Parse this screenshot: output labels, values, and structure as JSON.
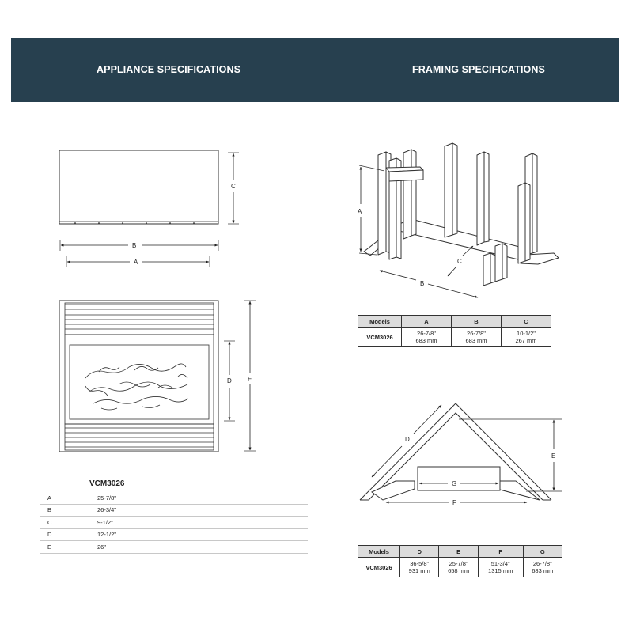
{
  "header": {
    "appliance_title": "APPLIANCE SPECIFICATIONS",
    "framing_title": "FRAMING SPECIFICATIONS"
  },
  "appliance": {
    "model": "VCM3026",
    "dimension_labels": {
      "a": "A",
      "b": "B",
      "c": "C",
      "d": "D",
      "e": "E"
    },
    "specs": [
      {
        "key": "A",
        "value": "25-7/8\""
      },
      {
        "key": "B",
        "value": "26-3/4\""
      },
      {
        "key": "C",
        "value": "9-1/2\""
      },
      {
        "key": "D",
        "value": "12-1/2\""
      },
      {
        "key": "E",
        "value": "26\""
      }
    ]
  },
  "framing": {
    "diagram1_labels": {
      "a": "A",
      "b": "B",
      "c": "C"
    },
    "diagram2_labels": {
      "d": "D",
      "e": "E",
      "f": "F",
      "g": "G"
    },
    "table1": {
      "headers": [
        "Models",
        "A",
        "B",
        "C"
      ],
      "row": {
        "model": "VCM3026",
        "cells": [
          {
            "in": "26-7/8\"",
            "mm": "683 mm"
          },
          {
            "in": "26-7/8\"",
            "mm": "683 mm"
          },
          {
            "in": "10-1/2\"",
            "mm": "267 mm"
          }
        ]
      }
    },
    "table2": {
      "headers": [
        "Models",
        "D",
        "E",
        "F",
        "G"
      ],
      "row": {
        "model": "VCM3026",
        "cells": [
          {
            "in": "36-5/8\"",
            "mm": "931 mm"
          },
          {
            "in": "25-7/8\"",
            "mm": "658 mm"
          },
          {
            "in": "51-3/4\"",
            "mm": "1315 mm"
          },
          {
            "in": "26-7/8\"",
            "mm": "683 mm"
          }
        ]
      }
    }
  }
}
